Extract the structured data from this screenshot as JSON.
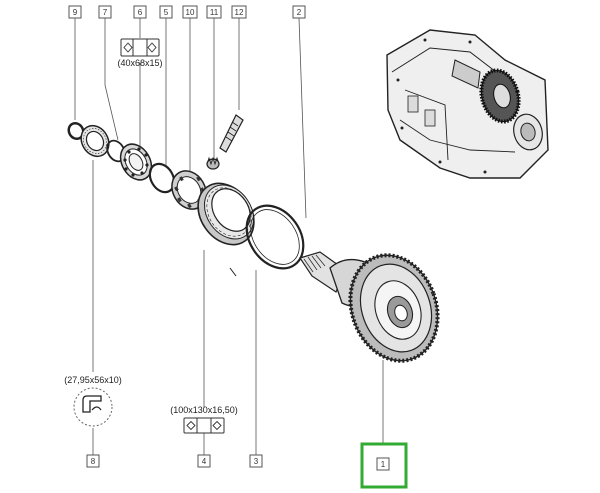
{
  "callouts": [
    "1",
    "2",
    "3",
    "4",
    "5",
    "6",
    "7",
    "8",
    "9",
    "10",
    "11",
    "12"
  ],
  "specs": {
    "bearing_6": "(40x68x15)",
    "seal_8": "(27,95x56x10)",
    "bearing_4": "(100x130x16,50)"
  },
  "highlight": {
    "callout": "1",
    "color": "#33aa33"
  }
}
